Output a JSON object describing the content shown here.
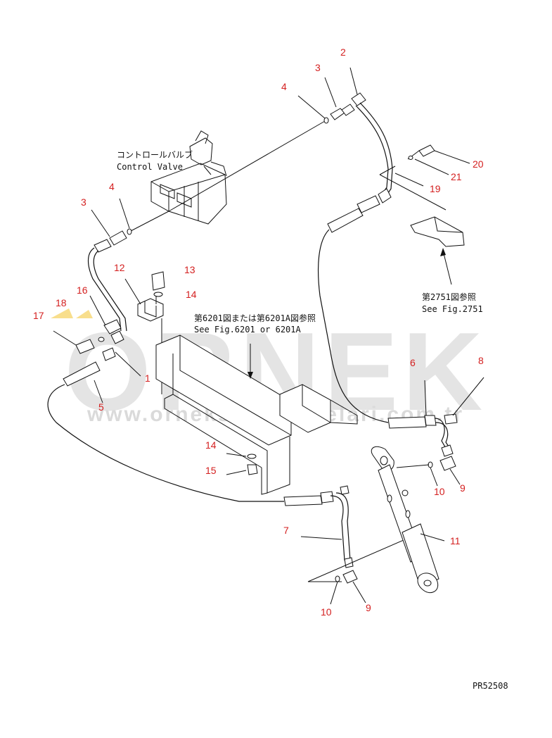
{
  "colors": {
    "callout": "#d42020",
    "ink": "#111111",
    "watermark": "#cfcfcf",
    "watermark_accent": "#f4c430"
  },
  "annotations": {
    "control_valve_jp": "コントロールバルブ",
    "control_valve_en": "Control Valve",
    "see_6201_jp": "第6201図または第6201A図参照",
    "see_6201_en": "See Fig.6201 or 6201A",
    "see_2751_jp": "第2751図参照",
    "see_2751_en": "See Fig.2751"
  },
  "callouts": [
    "1",
    "2",
    "3",
    "3",
    "4",
    "4",
    "5",
    "6",
    "7",
    "8",
    "9",
    "9",
    "10",
    "10",
    "11",
    "12",
    "13",
    "14",
    "14",
    "15",
    "16",
    "17",
    "18",
    "19",
    "20",
    "21"
  ],
  "figure_code": "PR52508",
  "watermark": {
    "brand": "ORNEK",
    "url": "www.orneksismakinelari.com.tr"
  }
}
